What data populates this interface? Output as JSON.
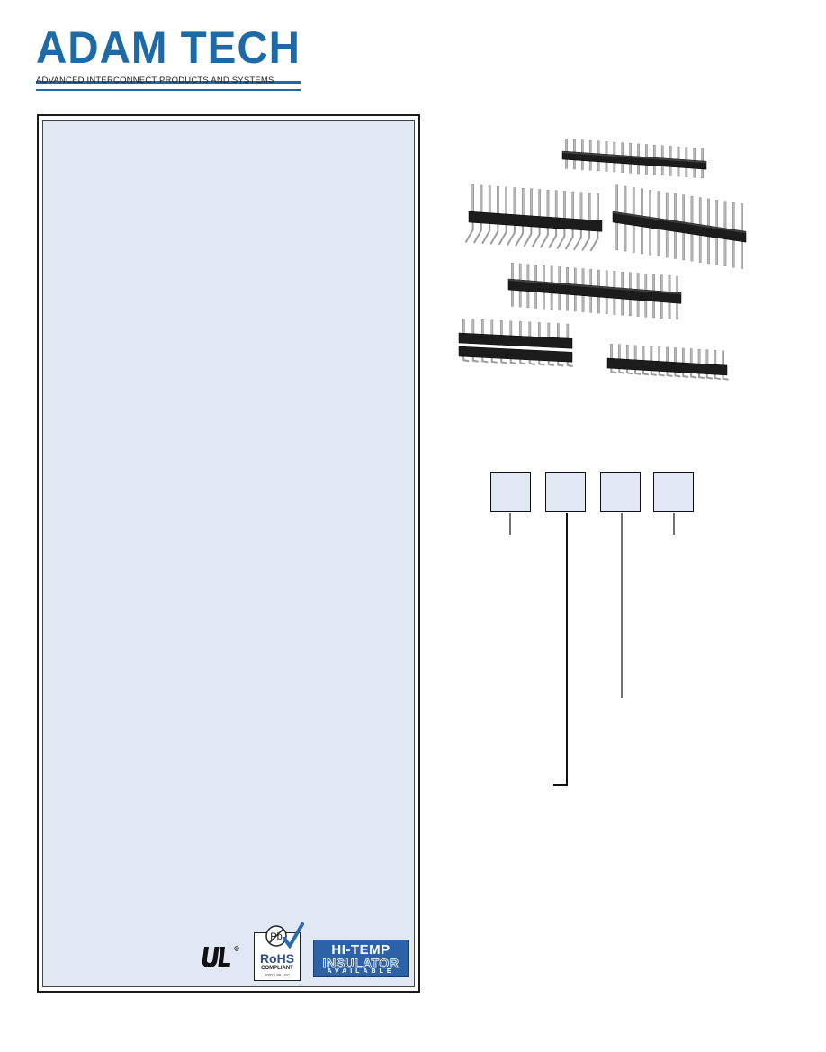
{
  "header": {
    "logo_text": "ADAM TECH",
    "tagline": "ADVANCED INTERCONNECT PRODUCTS AND SYSTEMS"
  },
  "badges": {
    "ul": "UL",
    "rohs": {
      "pb": "Pb",
      "name": "RoHS",
      "compliant": "COMPLIANT",
      "directive": "2002 / 95 / EC"
    },
    "hitemp": {
      "line1": "HI-TEMP",
      "line2": "INSULATOR",
      "line3": "AVAILABLE"
    }
  },
  "colors": {
    "brand_blue": "#1d6aa6",
    "panel_fill": "#e1e8f4",
    "rohs_blue": "#2a4f86",
    "hitemp_blue": "#2c63a8"
  },
  "ordering": {
    "boxes": [
      "",
      "",
      "",
      ""
    ]
  }
}
